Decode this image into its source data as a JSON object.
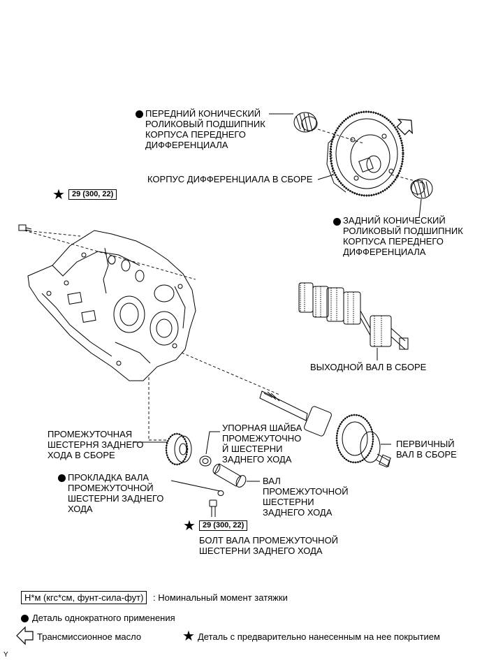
{
  "parts": {
    "front_bearing": "ПЕРЕДНИЙ КОНИЧЕСКИЙ\nРОЛИКОВЫЙ ПОДШИПНИК\nКОРПУСА ПЕРЕДНЕГО\nДИФФЕРЕНЦИАЛА",
    "diff_case": "КОРПУС ДИФФЕРЕНЦИАЛА В СБОРЕ",
    "rear_bearing": "ЗАДНИЙ КОНИЧЕСКИЙ\nРОЛИКОВЫЙ ПОДШИПНИК\nКОРПУСА ПЕРЕДНЕГО\nДИФФЕРЕНЦИАЛА",
    "output_shaft": "ВЫХОДНОЙ ВАЛ В СБОРЕ",
    "idler_gear": "ПРОМЕЖУТОЧНАЯ\nШЕСТЕРНЯ ЗАДНЕГО\nХОДА В СБОРЕ",
    "thrust_washer": "УПОРНАЯ ШАЙБА\nПРОМЕЖУТОЧНО\nЙ ШЕСТЕРНИ\nЗАДНЕГО ХОДА",
    "input_shaft": "ПЕРВИЧНЫЙ\nВАЛ В СБОРЕ",
    "shaft_gasket": "ПРОКЛАДКА ВАЛА\nПРОМЕЖУТОЧНОЙ\nШЕСТЕРНИ ЗАДНЕГО\nХОДА",
    "idler_shaft": "ВАЛ\nПРОМЕЖУТОЧНОЙ\nШЕСТЕРНИ\nЗАДНЕГО ХОДА",
    "shaft_bolt": "БОЛТ ВАЛА ПРОМЕЖУТОЧНОЙ\nШЕСТЕРНИ ЗАДНЕГО ХОДА"
  },
  "torque": {
    "case_bolt": "29 (300, 22)",
    "shaft_bolt": "29 (300, 22)"
  },
  "legend": {
    "unit_box": "Н*м (кгс*см, фунт-сила-фут)",
    "unit_text": ": Номинальный момент затяжки",
    "non_reusable": "Деталь однократного применения",
    "oil": "Трансмиссионное масло",
    "precoated": "Деталь с предварительно нанесенным на нее покрытием"
  },
  "corner_mark": "Y",
  "icons": {
    "non_reusable": "filled-circle-icon",
    "precoated": "star-icon",
    "oil": "outline-arrow-icon"
  }
}
